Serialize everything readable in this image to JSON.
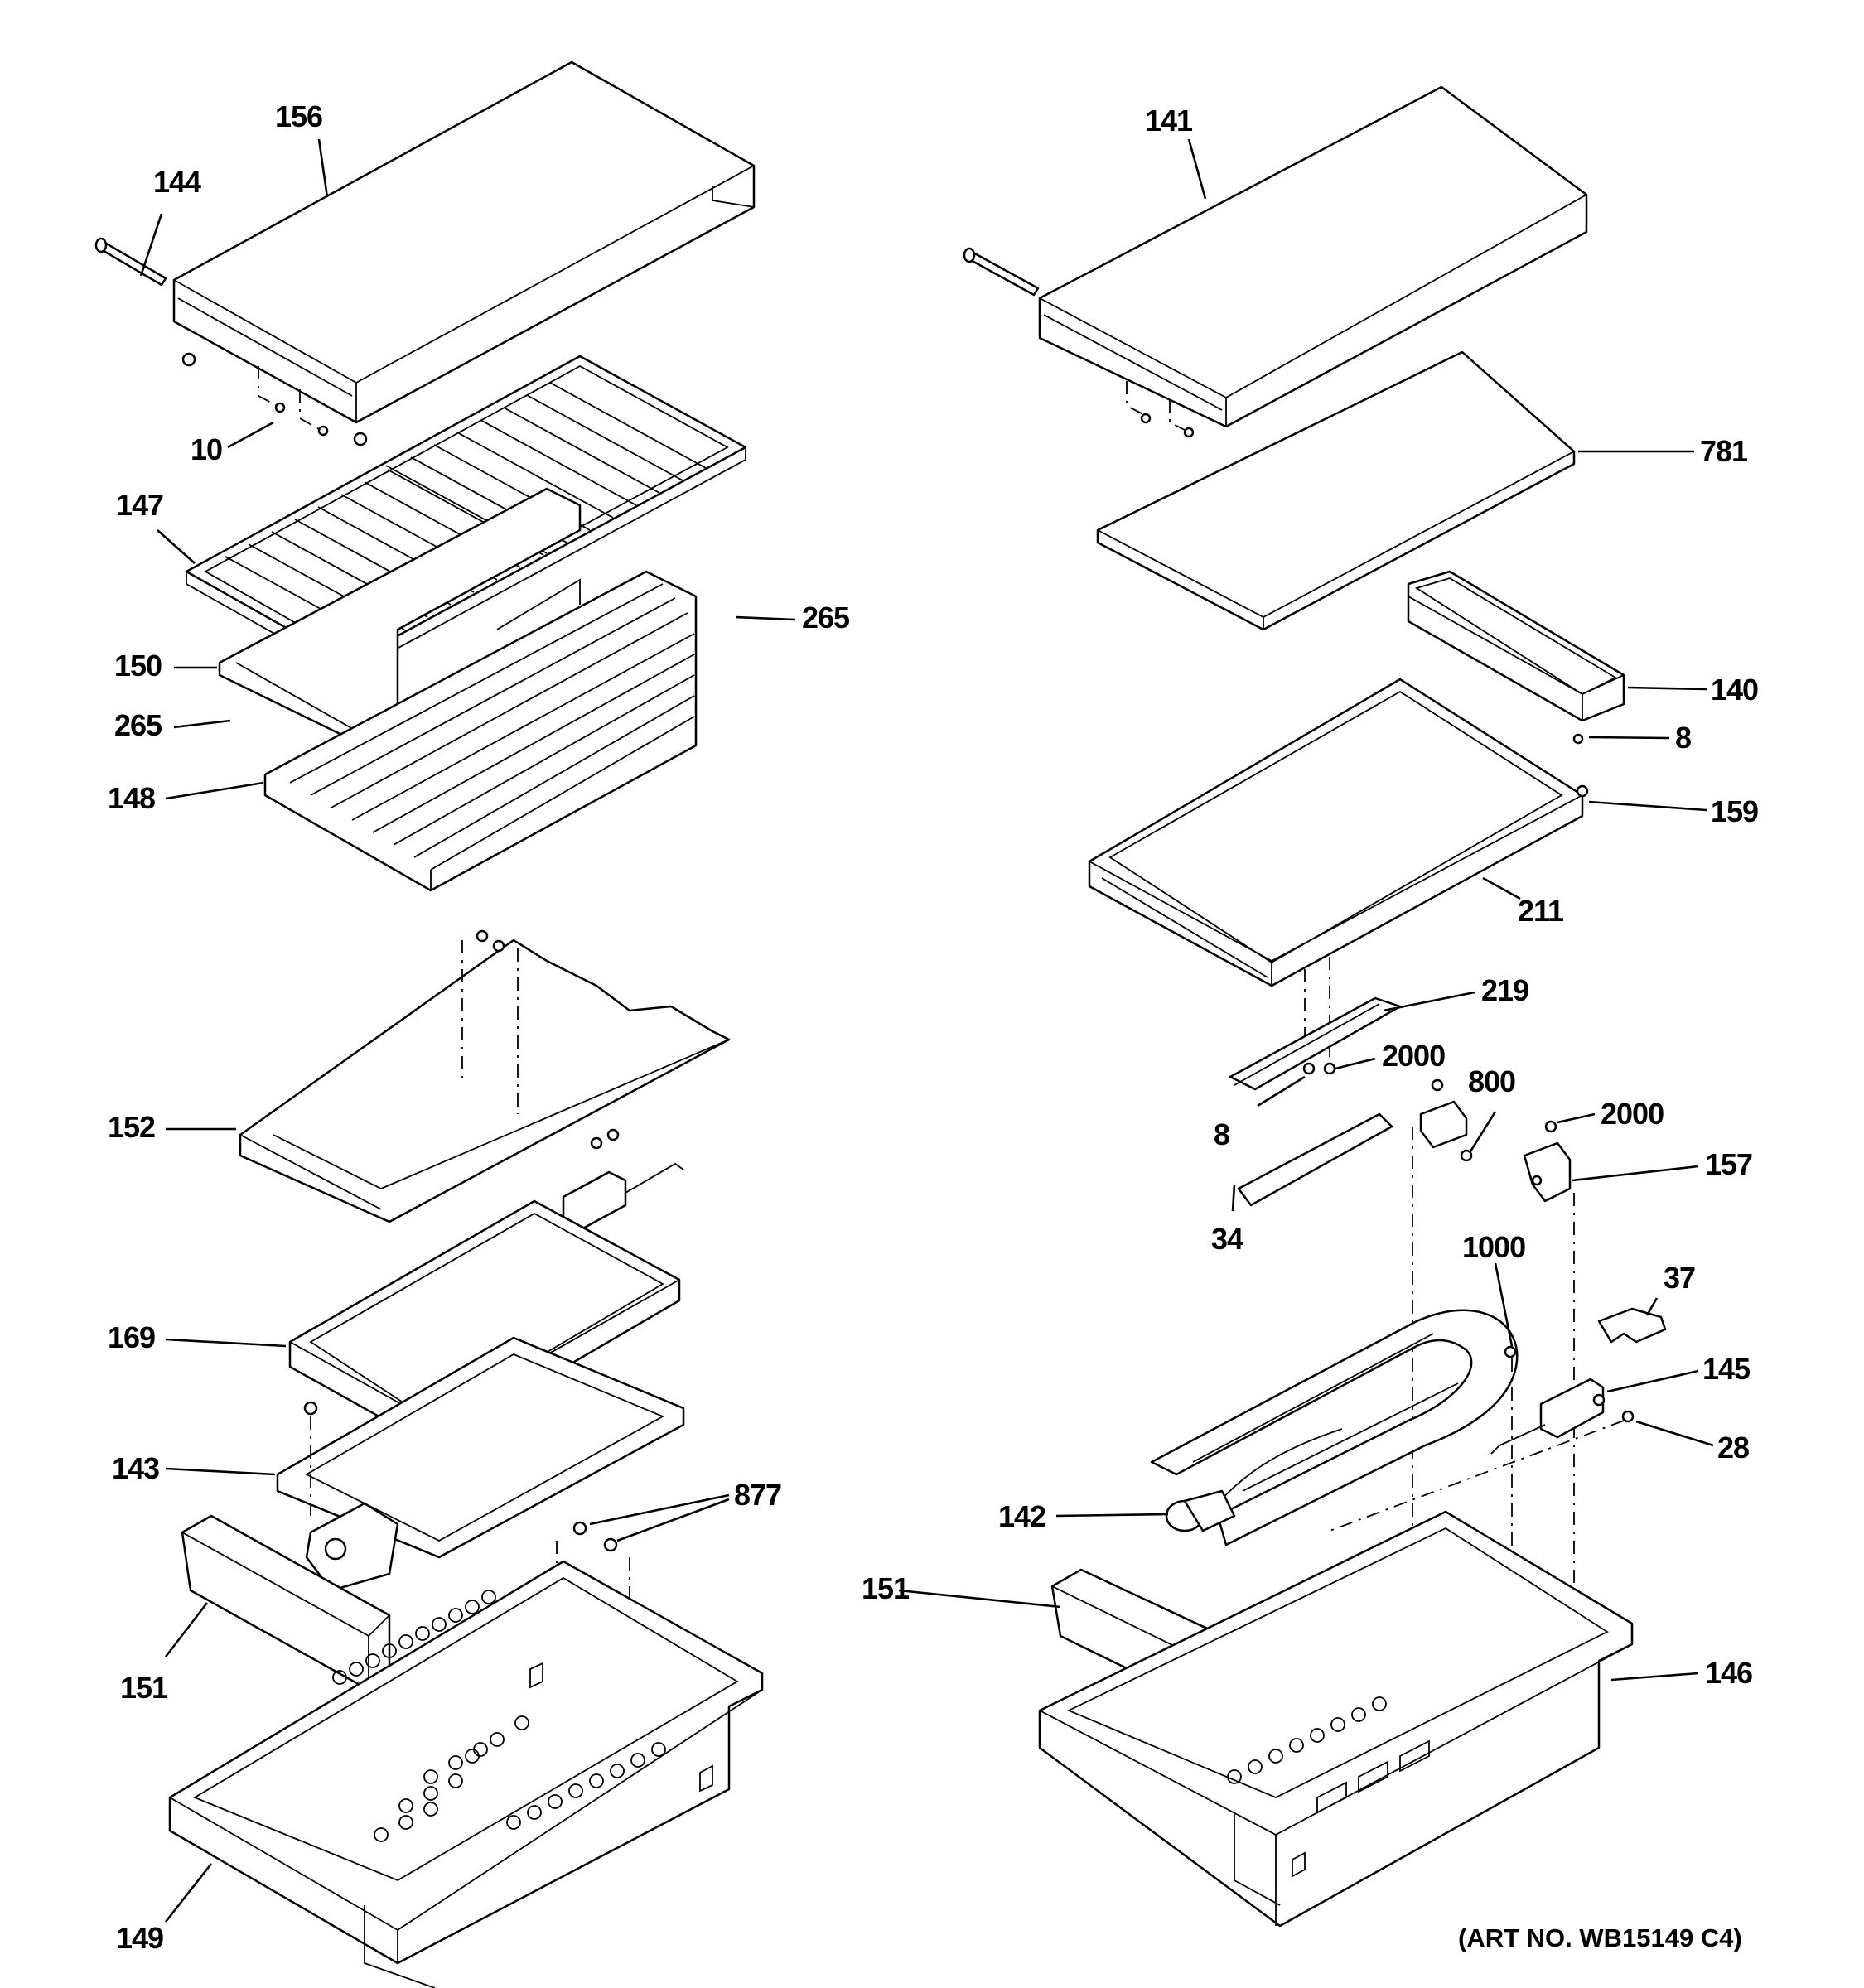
{
  "labels": {
    "l156": "156",
    "l144": "144",
    "l10": "10",
    "l147": "147",
    "l265a": "265",
    "l150": "150",
    "l265b": "265",
    "l148": "148",
    "l152": "152",
    "l169": "169",
    "l143": "143",
    "l877": "877",
    "l151a": "151",
    "l149": "149",
    "l141": "141",
    "l781": "781",
    "l140": "140",
    "l8a": "8",
    "l159": "159",
    "l211": "211",
    "l219": "219",
    "l2000a": "2000",
    "l8b": "8",
    "l800": "800",
    "l2000b": "2000",
    "l157": "157",
    "l34": "34",
    "l1000": "1000",
    "l37": "37",
    "l145": "145",
    "l28": "28",
    "l142": "142",
    "l151b": "151",
    "l146": "146"
  },
  "caption": "(ART NO. WB15149 C4)"
}
